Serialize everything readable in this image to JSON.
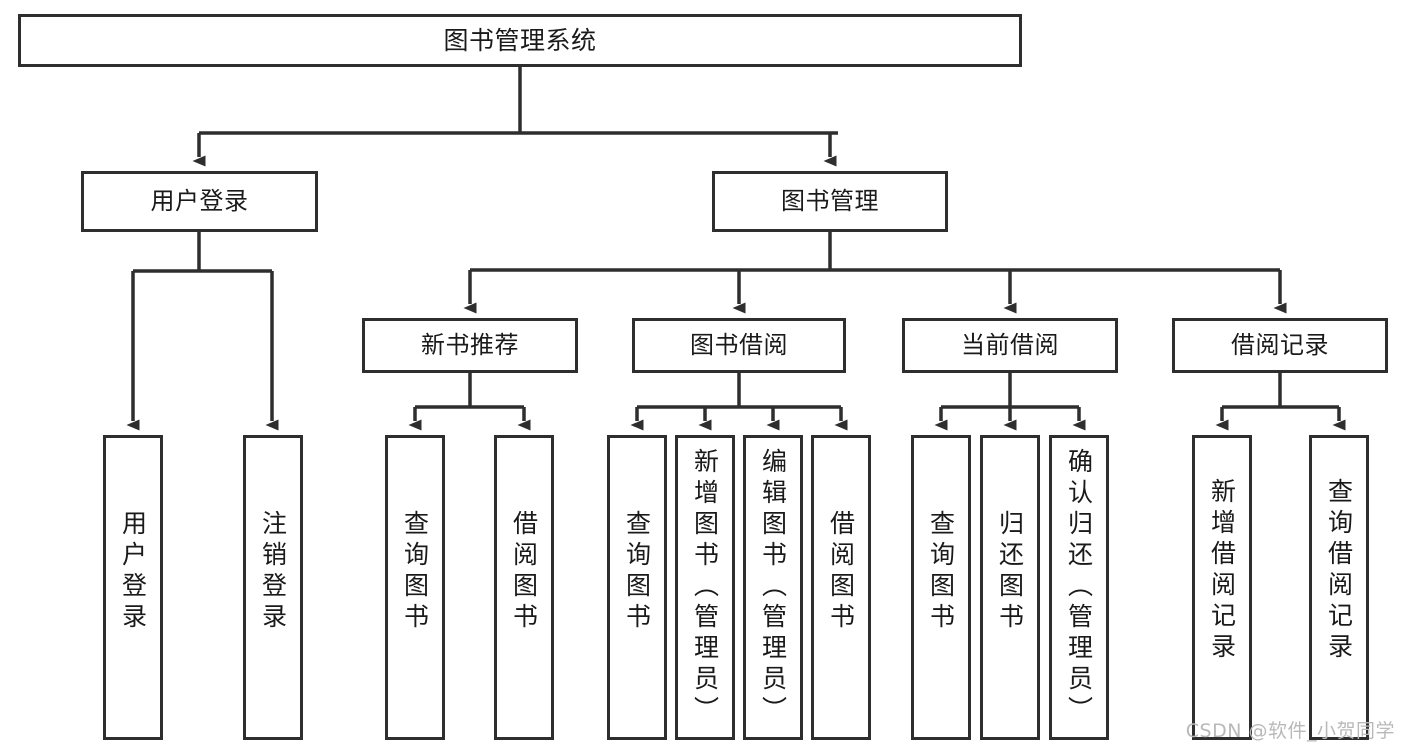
{
  "diagram": {
    "title": "图书管理系统",
    "type": "tree-hierarchy-functional-decomposition",
    "stroke_color": "#2e2e2e",
    "fill_color": "#ffffff",
    "text_color": "#1a1a1a"
  },
  "nodes": {
    "root": {
      "label": "图书管理系统"
    },
    "level2": [
      {
        "label": "用户登录"
      },
      {
        "label": "图书管理"
      }
    ],
    "level3": [
      {
        "label": "新书推荐"
      },
      {
        "label": "图书借阅"
      },
      {
        "label": "当前借阅"
      },
      {
        "label": "借阅记录"
      }
    ],
    "leaves": {
      "user_login": [
        {
          "label": "用户登录"
        },
        {
          "label": "注销登录"
        }
      ],
      "new_book_recommend": [
        {
          "label": "查询图书"
        },
        {
          "label": "借阅图书"
        }
      ],
      "book_borrow": [
        {
          "label": "查询图书"
        },
        {
          "label": "新增图书（管理员）"
        },
        {
          "label": "编辑图书（管理员）"
        },
        {
          "label": "借阅图书"
        }
      ],
      "current_borrow": [
        {
          "label": "查询图书"
        },
        {
          "label": "归还图书"
        },
        {
          "label": "确认归还（管理员）"
        }
      ],
      "borrow_record": [
        {
          "label": "新增借阅记录"
        },
        {
          "label": "查询借阅记录"
        }
      ]
    }
  },
  "watermark": {
    "text": "CSDN @软件_小贺同学"
  }
}
